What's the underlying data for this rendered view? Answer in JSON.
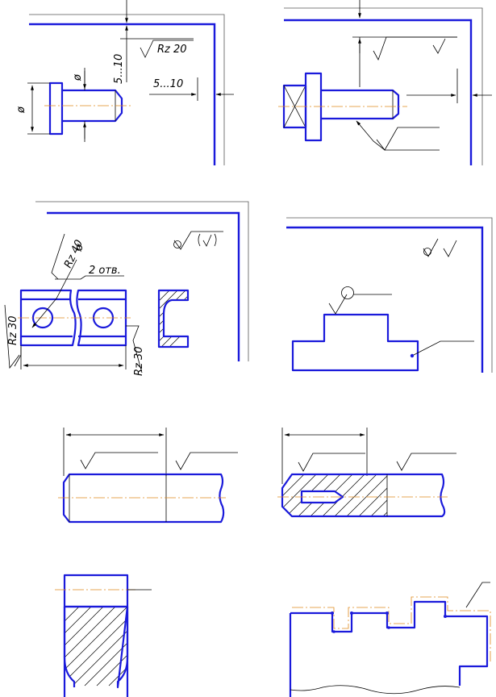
{
  "labels": {
    "f1_rough": "Rz 20",
    "f1_dim_v": "5...10",
    "f1_dim_h": "5...10",
    "f1_phi_a": "ø",
    "f1_phi_b": "ø",
    "f3_rz40": "Rz 40",
    "f3_phi": "ø",
    "f3_holes": "2 отв.",
    "f3_rz30_left": "Rz 30",
    "f3_rz30_right": "Rz 30"
  },
  "colors": {
    "frame": "#1a1adb",
    "axis": "#e08a1e",
    "thin": "#000000"
  }
}
